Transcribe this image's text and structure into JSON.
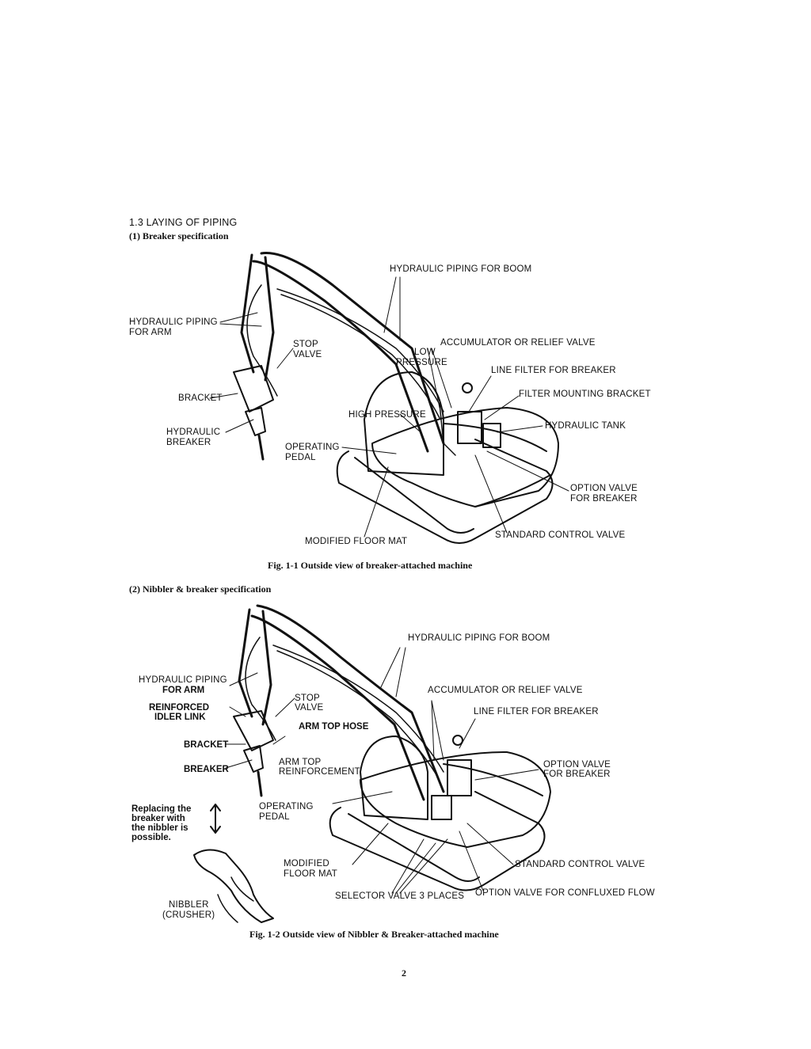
{
  "section": {
    "heading": "1.3 LAYING OF PIPING",
    "sub1": "(1) Breaker specification",
    "sub2": "(2) Nibbler & breaker specification"
  },
  "figure1": {
    "labels": {
      "hyd_boom": "HYDRAULIC PIPING FOR BOOM",
      "hyd_arm_1": "HYDRAULIC PIPING",
      "hyd_arm_2": "FOR ARM",
      "stop_1": "STOP",
      "stop_2": "VALVE",
      "bracket": "BRACKET",
      "hyd_breaker_1": "HYDRAULIC",
      "hyd_breaker_2": "BREAKER",
      "low_1": "LOW",
      "low_2": "PRESSURE",
      "accumulator": "ACCUMULATOR OR RELIEF VALVE",
      "line_filter": "LINE FILTER FOR BREAKER",
      "filter_mount": "FILTER MOUNTING BRACKET",
      "high_pressure": "HIGH PRESSURE",
      "hyd_tank": "HYDRAULIC TANK",
      "operating_1": "OPERATING",
      "operating_2": "PEDAL",
      "option_1": "OPTION VALVE",
      "option_2": "FOR BREAKER",
      "floor_mat": "MODIFIED FLOOR MAT",
      "std_valve": "STANDARD CONTROL VALVE"
    },
    "caption": "Fig. 1-1   Outside view of breaker-attached machine"
  },
  "figure2": {
    "labels": {
      "hyd_boom": "HYDRAULIC PIPING FOR BOOM",
      "hyd_arm_1": "HYDRAULIC PIPING",
      "hyd_arm_2": "FOR ARM",
      "reinforced_1": "REINFORCED",
      "reinforced_2": "IDLER LINK",
      "stop_1": "STOP",
      "stop_2": "VALVE",
      "arm_top_hose": "ARM TOP HOSE",
      "bracket": "BRACKET",
      "breaker": "BREAKER",
      "arm_top_1": "ARM TOP",
      "arm_top_2": "REINFORCEMENT",
      "accumulator": "ACCUMULATOR OR RELIEF VALVE",
      "line_filter": "LINE FILTER FOR BREAKER",
      "option_1": "OPTION VALVE",
      "option_2": "FOR BREAKER",
      "operating_1": "OPERATING",
      "operating_2": "PEDAL",
      "floor_mat_1": "MODIFIED",
      "floor_mat_2": "FLOOR MAT",
      "std_valve": "STANDARD CONTROL VALVE",
      "selector": "SELECTOR VALVE 3 PLACES",
      "option_conflux": "OPTION VALVE FOR CONFLUXED FLOW",
      "nibbler_1": "NIBBLER",
      "nibbler_2": "(CRUSHER)",
      "note_1": "Replacing the",
      "note_2": "breaker with",
      "note_3": "the nibbler is",
      "note_4": "possible."
    },
    "caption": "Fig. 1-2   Outside view of Nibbler & Breaker-attached machine"
  },
  "page_number": "2"
}
